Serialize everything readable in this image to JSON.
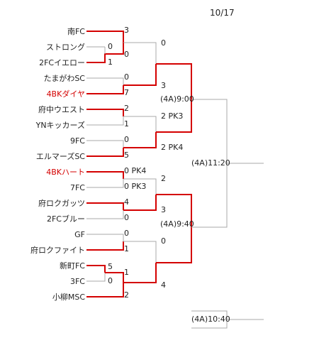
{
  "date": "10/17",
  "colors": {
    "winner_line": "#d40000",
    "line": "#a8a8a8",
    "highlight_team": "#d40000"
  },
  "teams": [
    {
      "name": "南FC",
      "highlight": false
    },
    {
      "name": "ストロング",
      "highlight": false
    },
    {
      "name": "2FCイエロー",
      "highlight": false
    },
    {
      "name": "たまがわSC",
      "highlight": false
    },
    {
      "name": "4BKダイヤ",
      "highlight": true
    },
    {
      "name": "府中ウエスト",
      "highlight": false
    },
    {
      "name": "YNキッカーズ",
      "highlight": false
    },
    {
      "name": "9FC",
      "highlight": false
    },
    {
      "name": "エルマーズSC",
      "highlight": false
    },
    {
      "name": "4BKハート",
      "highlight": true
    },
    {
      "name": "7FC",
      "highlight": false
    },
    {
      "name": "府ロクガッツ",
      "highlight": false
    },
    {
      "name": "2FCブルー",
      "highlight": false
    },
    {
      "name": "GF",
      "highlight": false
    },
    {
      "name": "府ロクファイト",
      "highlight": false
    },
    {
      "name": "新町FC",
      "highlight": false
    },
    {
      "name": "3FC",
      "highlight": false
    },
    {
      "name": "小柳MSC",
      "highlight": false
    }
  ],
  "scores": {
    "minami": "3",
    "strong": "0",
    "yellow_prelim": "1",
    "yellow": "0",
    "tamagawa": "0",
    "diamond": "7",
    "fuchu_west": "2",
    "yn": "1",
    "ninefc": "0",
    "elmars": "5",
    "heart": "0 PK4",
    "sevenfc": "0 PK3",
    "gutts": "4",
    "blue": "0",
    "gf": "0",
    "fight": "1",
    "shinmachi": "5",
    "threefc": "0",
    "shinmachi_next": "1",
    "koyanagi": "2",
    "r2_minami": "0",
    "r2_diamond": "3",
    "r2_fuchu": "2 PK3",
    "r2_elmars": "2 PK4",
    "r2_heart": "2",
    "r2_gutts": "3",
    "r2_fight": "0",
    "r2_shinmachi": "4"
  },
  "matches": {
    "sf1": "(4A)9:00",
    "sf2": "(4A)9:40",
    "final": "(4A)11:20",
    "third_place": "(4A)10:40"
  }
}
